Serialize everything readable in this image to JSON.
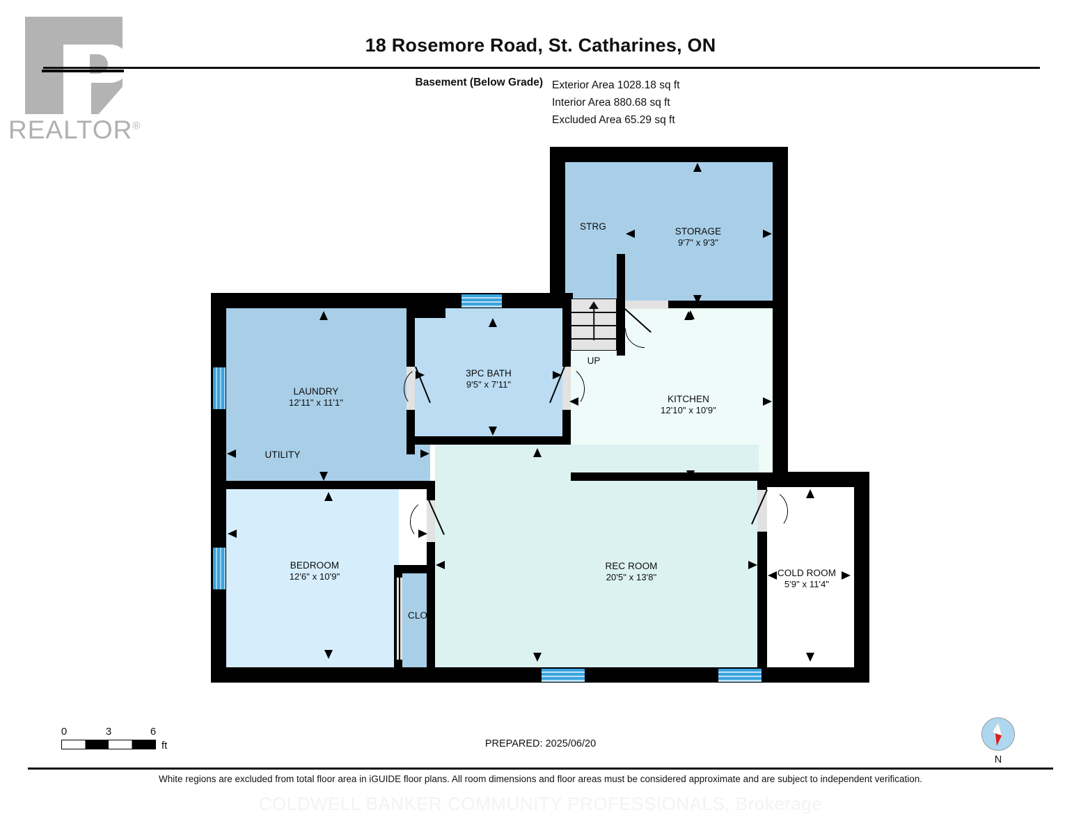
{
  "logo": {
    "word": "REALTOR",
    "registered": "®"
  },
  "header": {
    "title": "18 Rosemore Road, St. Catharines, ON",
    "floor_label": "Basement (Below Grade)",
    "exterior_area": "Exterior Area 1028.18 sq ft",
    "interior_area": "Interior Area 880.68 sq ft",
    "excluded_area": "Excluded Area 65.29 sq ft"
  },
  "rooms": [
    {
      "name": "STRG",
      "dim": ""
    },
    {
      "name": "STORAGE",
      "dim": "9'7\" x 9'3\""
    },
    {
      "name": "LAUNDRY",
      "dim": "12'11\" x 11'1\""
    },
    {
      "name": "UTILITY",
      "dim": ""
    },
    {
      "name": "3PC BATH",
      "dim": "9'5\" x 7'11\""
    },
    {
      "name": "KITCHEN",
      "dim": "12'10\" x 10'9\""
    },
    {
      "name": "BEDROOM",
      "dim": "12'6\" x 10'9\""
    },
    {
      "name": "CLO",
      "dim": ""
    },
    {
      "name": "REC ROOM",
      "dim": "20'5\" x 13'8\""
    },
    {
      "name": "COLD ROOM",
      "dim": "5'9\" x 11'4\""
    }
  ],
  "stairs": {
    "label": "UP"
  },
  "scale": {
    "t0": "0",
    "t3": "3",
    "t6": "6",
    "unit": "ft"
  },
  "footer": {
    "prepared": "PREPARED: 2025/06/20",
    "compass_north": "N",
    "disclaimer": "White regions are excluded from total floor area in iGUIDE floor plans. All room dimensions and floor areas must be considered approximate and are subject to independent verification.",
    "watermark": "COLDWELL BANKER COMMUNITY PROFESSIONALS, Brokerage"
  },
  "colors": {
    "wall": "#000000",
    "room_dark": "#a9cfe8",
    "room_mid": "#bbdcf2",
    "room_light": "#d6eefc",
    "room_mint": "#eefbf9",
    "room_mint_alt": "#dcf2f0",
    "excluded_white": "#ffffff",
    "window_blue": "#3aa3de",
    "logo_gray": "#b3b3b3"
  }
}
